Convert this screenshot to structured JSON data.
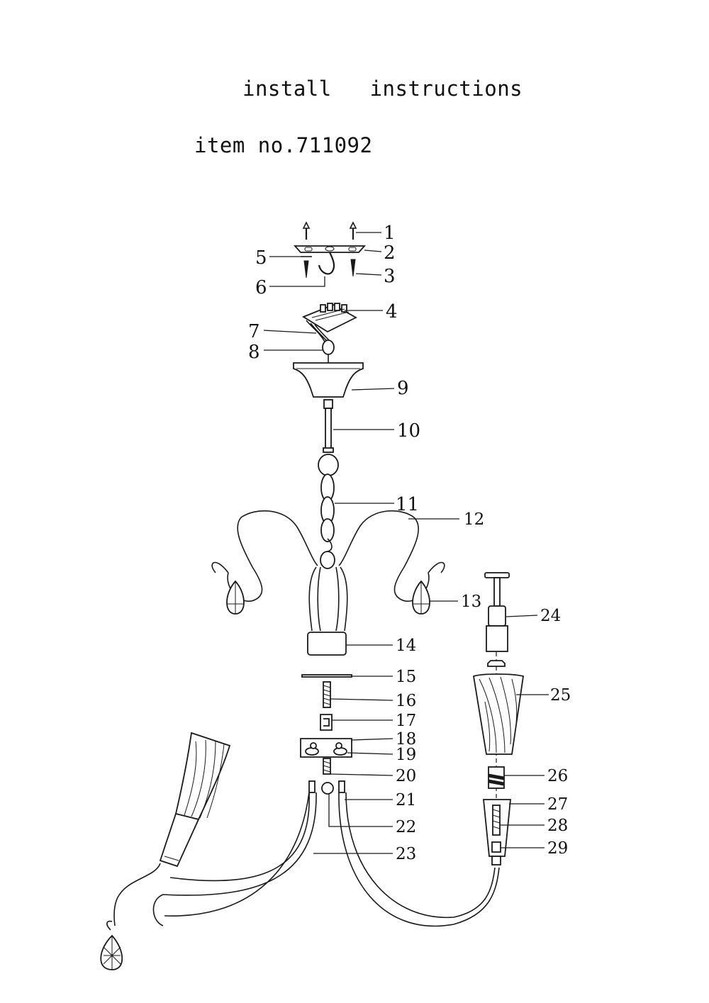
{
  "header": {
    "title": "install   instructions",
    "item_label": "item no.",
    "item_number": "711092"
  },
  "callouts": [
    {
      "id": "1",
      "label": "1"
    },
    {
      "id": "2",
      "label": "2"
    },
    {
      "id": "3",
      "label": "3"
    },
    {
      "id": "4",
      "label": "4"
    },
    {
      "id": "5",
      "label": "5"
    },
    {
      "id": "6",
      "label": "6"
    },
    {
      "id": "7",
      "label": "7"
    },
    {
      "id": "8",
      "label": "8"
    },
    {
      "id": "9",
      "label": "9"
    },
    {
      "id": "10",
      "label": "10"
    },
    {
      "id": "11",
      "label": "11"
    },
    {
      "id": "12",
      "label": "12"
    },
    {
      "id": "13",
      "label": "13"
    },
    {
      "id": "14",
      "label": "14"
    },
    {
      "id": "15",
      "label": "15"
    },
    {
      "id": "16",
      "label": "16"
    },
    {
      "id": "17",
      "label": "17"
    },
    {
      "id": "18",
      "label": "18"
    },
    {
      "id": "19",
      "label": "19"
    },
    {
      "id": "20",
      "label": "20"
    },
    {
      "id": "21",
      "label": "21"
    },
    {
      "id": "22",
      "label": "22"
    },
    {
      "id": "23",
      "label": "23"
    },
    {
      "id": "24",
      "label": "24"
    },
    {
      "id": "25",
      "label": "25"
    },
    {
      "id": "26",
      "label": "26"
    },
    {
      "id": "27",
      "label": "27"
    },
    {
      "id": "28",
      "label": "28"
    },
    {
      "id": "29",
      "label": "29"
    }
  ]
}
